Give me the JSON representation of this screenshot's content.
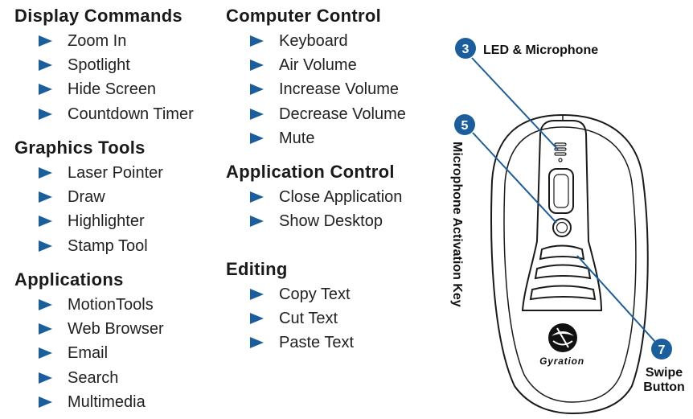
{
  "colors": {
    "accent": "#1a5e9e",
    "text": "#1a1a1a",
    "outline": "#1a1a1a"
  },
  "sections_left": [
    {
      "title": "Display Commands",
      "items": [
        "Zoom In",
        "Spotlight",
        "Hide Screen",
        "Countdown Timer"
      ]
    },
    {
      "title": "Graphics Tools",
      "items": [
        "Laser Pointer",
        "Draw",
        "Highlighter",
        "Stamp Tool"
      ]
    },
    {
      "title": "Applications",
      "items": [
        "MotionTools",
        "Web Browser",
        "Email",
        "Search",
        "Multimedia"
      ]
    }
  ],
  "sections_mid": [
    {
      "title": "Computer Control",
      "items": [
        "Keyboard",
        "Air Volume",
        "Increase Volume",
        "Decrease Volume",
        "Mute"
      ]
    },
    {
      "title": "Application Control",
      "items": [
        "Close Application",
        "Show Desktop"
      ]
    },
    {
      "title": "Editing",
      "items": [
        "Copy Text",
        "Cut Text",
        "Paste Text"
      ]
    }
  ],
  "callouts": [
    {
      "number": "3",
      "label": "LED & Microphone"
    },
    {
      "number": "5",
      "label": "Microphone Activation Key"
    },
    {
      "number": "7",
      "label_line1": "Swipe",
      "label_line2": "Button"
    }
  ],
  "brand": {
    "name": "Gyration"
  }
}
